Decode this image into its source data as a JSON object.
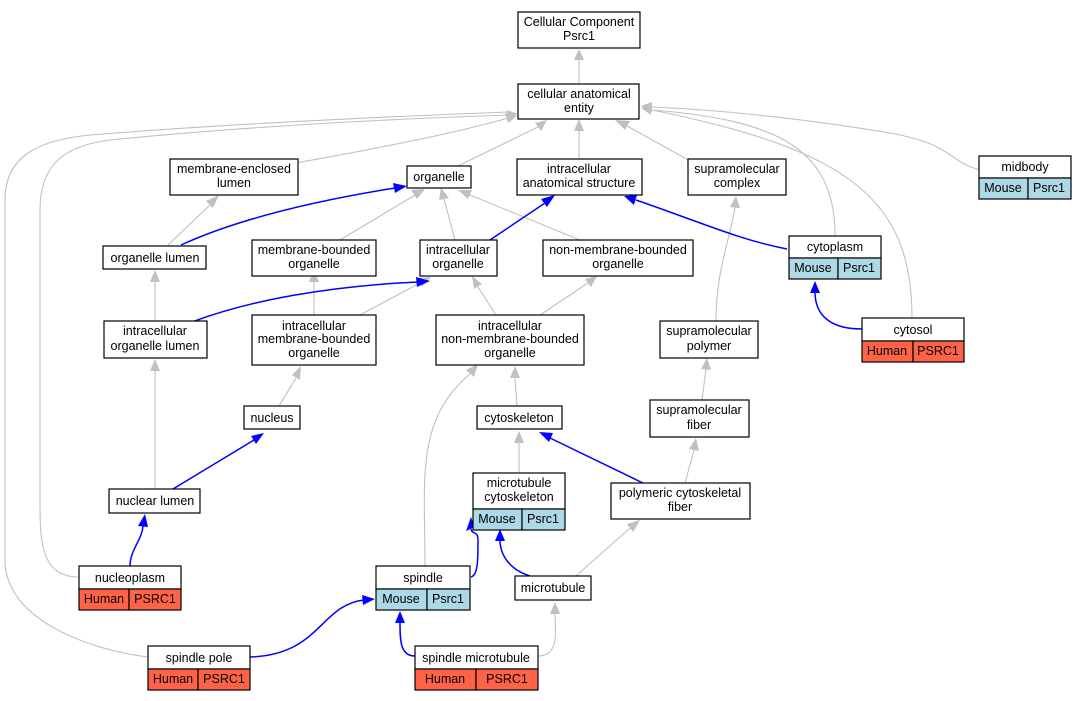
{
  "nodes": {
    "root": [
      "Cellular Component",
      "Psrc1"
    ],
    "cae": [
      "cellular anatomical",
      "entity"
    ],
    "mel": [
      "membrane-enclosed",
      "lumen"
    ],
    "org": [
      "organelle"
    ],
    "ias": [
      "intracellular",
      "anatomical structure"
    ],
    "smc": [
      "supramolecular",
      "complex"
    ],
    "midbody": [
      "midbody"
    ],
    "orglum": [
      "organelle lumen"
    ],
    "mbo": [
      "membrane-bounded",
      "organelle"
    ],
    "io": [
      "intracellular",
      "organelle"
    ],
    "nmbo": [
      "non-membrane-bounded",
      "organelle"
    ],
    "cytoplasm": [
      "cytoplasm"
    ],
    "iol": [
      "intracellular",
      "organelle lumen"
    ],
    "imbo": [
      "intracellular",
      "membrane-bounded",
      "organelle"
    ],
    "inmbo": [
      "intracellular",
      "non-membrane-bounded",
      "organelle"
    ],
    "smp": [
      "supramolecular",
      "polymer"
    ],
    "cytosol": [
      "cytosol"
    ],
    "nucleus": [
      "nucleus"
    ],
    "cytoskeleton": [
      "cytoskeleton"
    ],
    "smf": [
      "supramolecular",
      "fiber"
    ],
    "nuclum": [
      "nuclear lumen"
    ],
    "mtc": [
      "microtubule",
      "cytoskeleton"
    ],
    "pcf": [
      "polymeric cytoskeletal",
      "fiber"
    ],
    "nucleoplasm": [
      "nucleoplasm"
    ],
    "spindle": [
      "spindle"
    ],
    "microtubule": [
      "microtubule"
    ],
    "spole": [
      "spindle pole"
    ],
    "smt": [
      "spindle microtubule"
    ]
  },
  "annotations": {
    "midbody": [
      "Mouse",
      "Psrc1"
    ],
    "cytoplasm": [
      "Mouse",
      "Psrc1"
    ],
    "cytosol": [
      "Human",
      "PSRC1"
    ],
    "mtc": [
      "Mouse",
      "Psrc1"
    ],
    "nucleoplasm": [
      "Human",
      "PSRC1"
    ],
    "spindle": [
      "Mouse",
      "Psrc1"
    ],
    "spole": [
      "Human",
      "PSRC1"
    ],
    "smt": [
      "Human",
      "PSRC1"
    ]
  },
  "colors": {
    "mouse": "#add8e6",
    "human": "#ff6347",
    "is_a_edge": "#c0c0c0",
    "part_of_edge": "#0000ff"
  }
}
